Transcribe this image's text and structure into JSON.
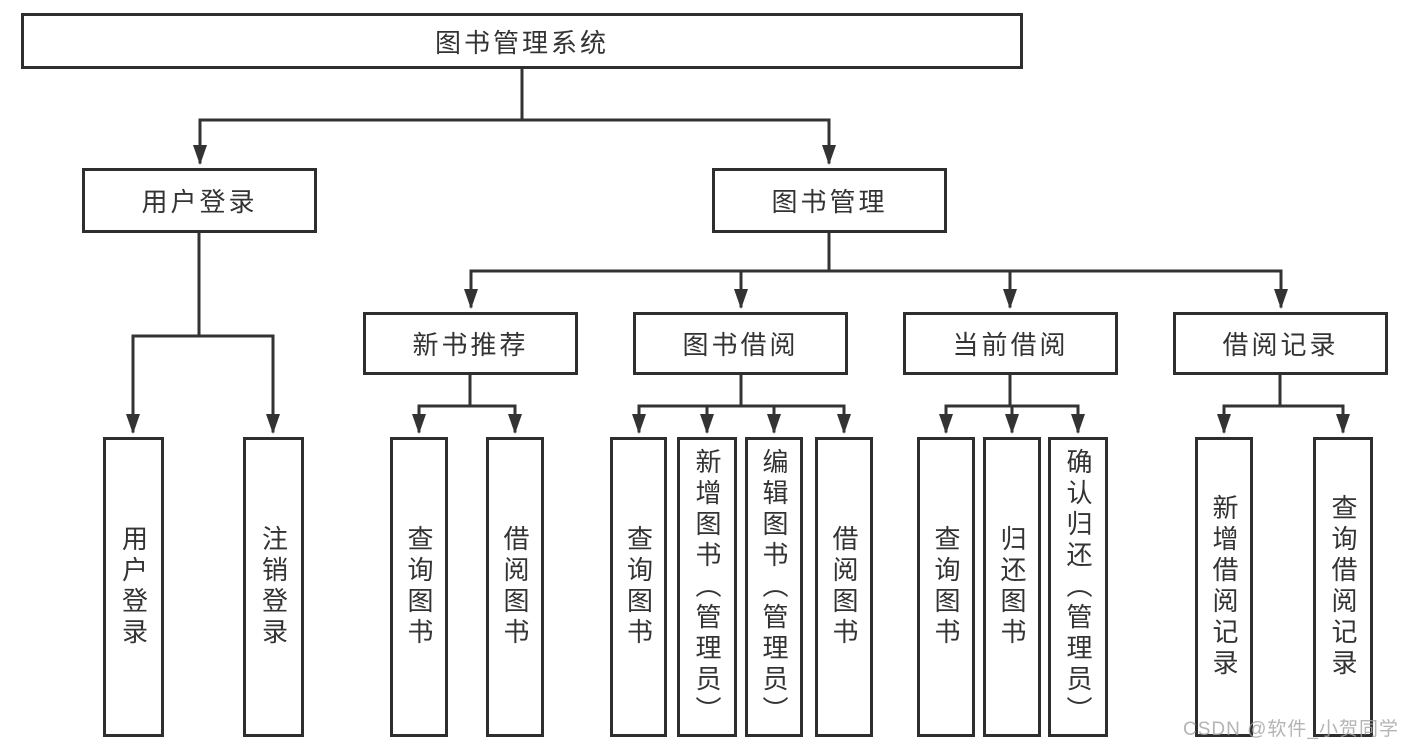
{
  "tree": {
    "label": "图书管理系统",
    "children": [
      {
        "label": "用户登录",
        "children": [
          {
            "label": "用户登录"
          },
          {
            "label": "注销登录"
          }
        ]
      },
      {
        "label": "图书管理",
        "children": [
          {
            "label": "新书推荐",
            "children": [
              {
                "label": "查询图书"
              },
              {
                "label": "借阅图书"
              }
            ]
          },
          {
            "label": "图书借阅",
            "children": [
              {
                "label": "查询图书"
              },
              {
                "label": "新增图书（管理员）"
              },
              {
                "label": "编辑图书（管理员）"
              },
              {
                "label": "借阅图书"
              }
            ]
          },
          {
            "label": "当前借阅",
            "children": [
              {
                "label": "查询图书"
              },
              {
                "label": "归还图书"
              },
              {
                "label": "确认归还（管理员）"
              }
            ]
          },
          {
            "label": "借阅记录",
            "children": [
              {
                "label": "新增借阅记录"
              },
              {
                "label": "查询借阅记录"
              }
            ]
          }
        ]
      }
    ]
  },
  "watermark": {
    "text": "CSDN @软件_小贺同学"
  },
  "colors": {
    "line": "#333333",
    "box_border": "#2e2e2e",
    "box_fill": "#ffffff",
    "text": "#333333",
    "watermark": "#a3a3a3",
    "background": "#ffffff"
  }
}
